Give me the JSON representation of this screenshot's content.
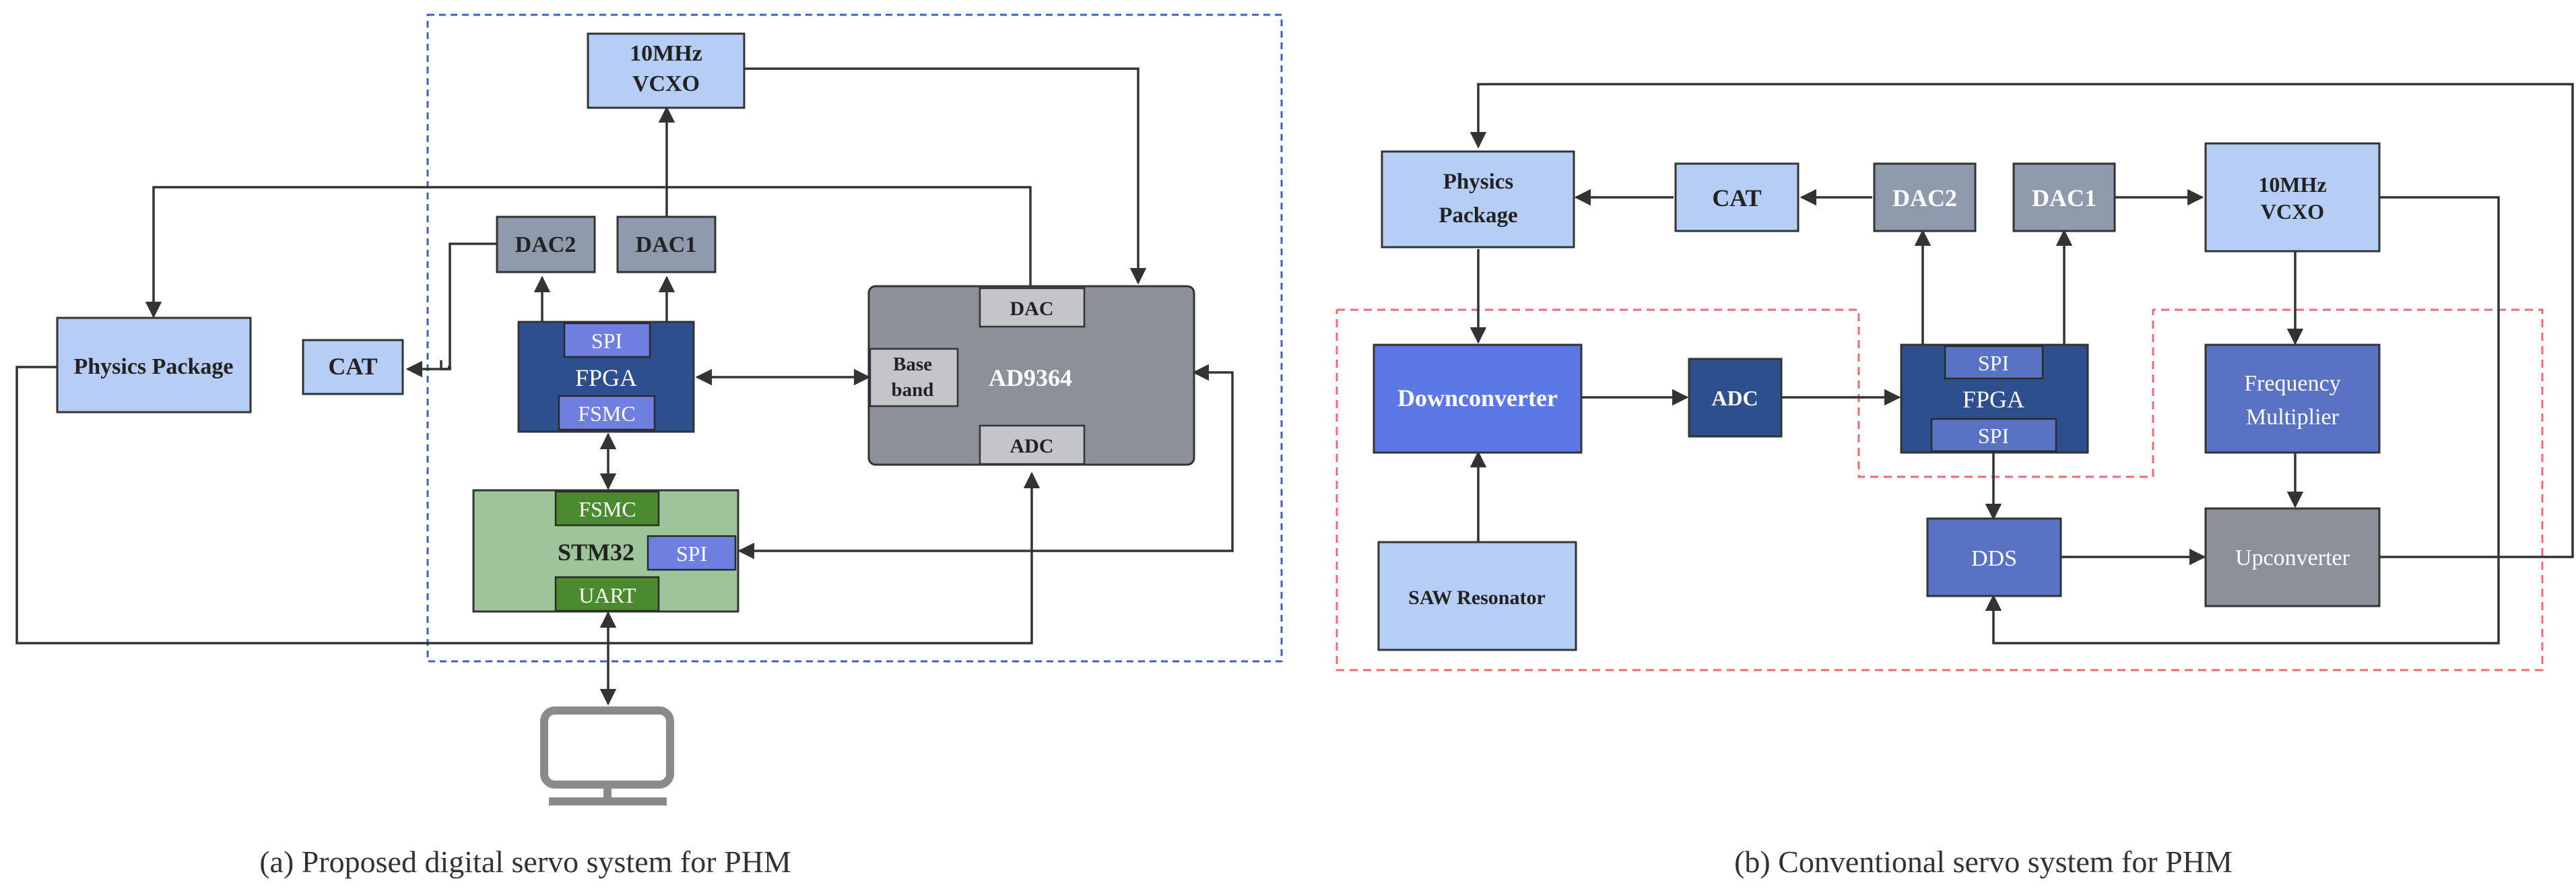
{
  "left_diagram": {
    "caption": "(a) Proposed digital servo system for PHM",
    "blocks": {
      "vcxo": {
        "line1": "10MHz",
        "line2": "VCXO"
      },
      "dac2": "DAC2",
      "dac1": "DAC1",
      "physics_package": "Physics Package",
      "cat": "CAT",
      "fpga": "FPGA",
      "fpga_spi": "SPI",
      "fpga_fsmc": "FSMC",
      "ad9364": "AD9364",
      "ad9364_dac": "DAC",
      "ad9364_adc": "ADC",
      "baseband": {
        "line1": "Base",
        "line2": "band"
      },
      "stm32": "STM32",
      "stm32_fsmc": "FSMC",
      "stm32_spi": "SPI",
      "stm32_uart": "UART"
    },
    "icons": [
      "monitor-icon"
    ]
  },
  "right_diagram": {
    "caption": "(b) Conventional servo system for PHM",
    "blocks": {
      "physics_package": {
        "line1": "Physics",
        "line2": "Package"
      },
      "cat": "CAT",
      "dac2": "DAC2",
      "dac1": "DAC1",
      "vcxo": {
        "line1": "10MHz",
        "line2": "VCXO"
      },
      "downconverter": "Downconverter",
      "adc": "ADC",
      "fpga": "FPGA",
      "fpga_spi_top": "SPI",
      "fpga_spi_bottom": "SPI",
      "frequency_multiplier": {
        "line1": "Frequency",
        "line2": "Multiplier"
      },
      "saw_resonator": "SAW Resonator",
      "dds": "DDS",
      "upconverter": "Upconverter"
    }
  },
  "colors": {
    "light_blue": "#b6cdf5",
    "navy": "#2d4f8e",
    "slate": "#8f9bad",
    "gray_box": "#8c9099",
    "light_gray": "#c4c5c8",
    "light_green": "#9dc49b",
    "green": "#4b8a2f",
    "periwinkle": "#6f7fe0",
    "royal_blue": "#5b78e4",
    "medium_blue": "#5a72c4",
    "dashed_blue": "#3f5fc4",
    "dashed_red": "#f06a72",
    "line": "#333333"
  }
}
